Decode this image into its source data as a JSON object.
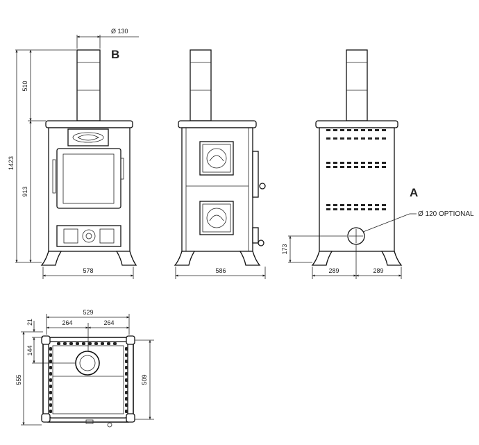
{
  "labels": {
    "view_b": "B",
    "view_a": "A",
    "optional_note": "Ø 120 OPTIONAL",
    "flue_diameter": "Ø 130"
  },
  "front_view": {
    "total_height": "1423",
    "flue_height": "510",
    "body_height": "913",
    "width": "578"
  },
  "side_view": {
    "depth": "586"
  },
  "back_view": {
    "outlet_height": "173",
    "half_left": "289",
    "half_right": "289"
  },
  "top_view": {
    "width_total": "529",
    "half_left": "264",
    "half_right": "264",
    "edge_offset": "21",
    "flue_offset": "144",
    "depth_total": "555",
    "depth_inner": "509"
  }
}
